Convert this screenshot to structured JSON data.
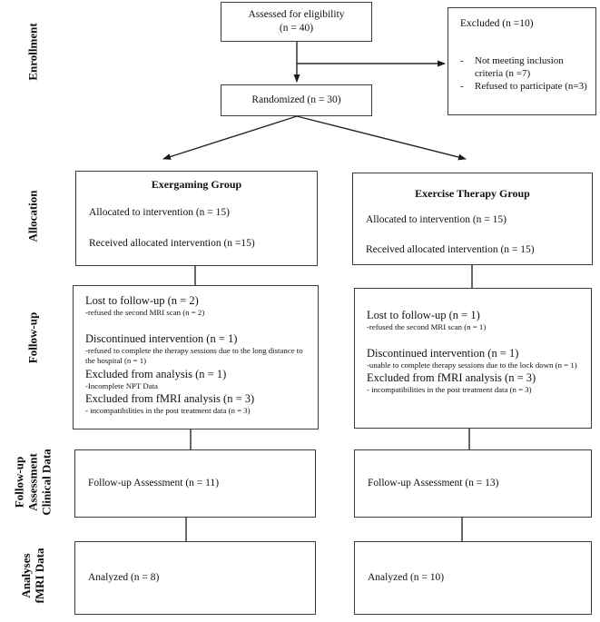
{
  "figure": {
    "side_labels": {
      "enrollment": "Enrollment",
      "allocation": "Allocation",
      "followup": "Follow-up",
      "assessment": [
        "Follow-up",
        "Assessment",
        "Clinical Data"
      ],
      "analyses": [
        "Analyses",
        "fMRI Data"
      ]
    },
    "enrollment": {
      "assessed": {
        "line1": "Assessed for eligibility",
        "line2": "(n = 40)"
      },
      "randomized": "Randomized (n = 30)",
      "excluded": {
        "title": "Excluded (n =10)",
        "bullets": [
          {
            "marker": "-",
            "text": "Not meeting inclusion criteria (n =7)"
          },
          {
            "marker": "-",
            "text": "Refused to participate (n=3)"
          }
        ]
      }
    },
    "allocation": {
      "left": {
        "title": "Exergaming Group",
        "line1": "Allocated to intervention (n = 15)",
        "line2": "Received allocated intervention (n =15)"
      },
      "right": {
        "title": "Exercise Therapy Group",
        "line1": "Allocated to intervention (n = 15)",
        "line2": "Received allocated intervention (n = 15)"
      }
    },
    "followup": {
      "left": {
        "items": [
          {
            "main": "Lost to follow-up (n = 2)",
            "sub": "-refused the second MRI scan (n = 2)"
          },
          {
            "main": "Discontinued intervention (n = 1)",
            "sub": "-refused to complete the therapy sessions due to the long distance to the hospital (n = 1)"
          },
          {
            "main": "Excluded from analysis (n = 1)",
            "sub": "-Incomplete NPT Data"
          },
          {
            "main": "Excluded from fMRI analysis (n = 3)",
            "sub": "- incompatibilities in the post treatment data (n = 3)"
          }
        ]
      },
      "right": {
        "items": [
          {
            "main": "Lost to follow-up (n = 1)",
            "sub": "-refused the second MRI scan (n = 1)"
          },
          {
            "main": "Discontinued intervention (n = 1)",
            "sub": "-unable to complete therapy sessions due to the lock down (n = 1)"
          },
          {
            "main": "Excluded from fMRI analysis (n = 3)",
            "sub": "- incompatibilities in the post treatment data (n = 3)"
          }
        ]
      }
    },
    "assessment": {
      "left": "Follow-up Assessment (n = 11)",
      "right": "Follow-up Assessment (n = 13)"
    },
    "analyses": {
      "left": "Analyzed (n = 8)",
      "right": "Analyzed (n = 10)"
    }
  }
}
